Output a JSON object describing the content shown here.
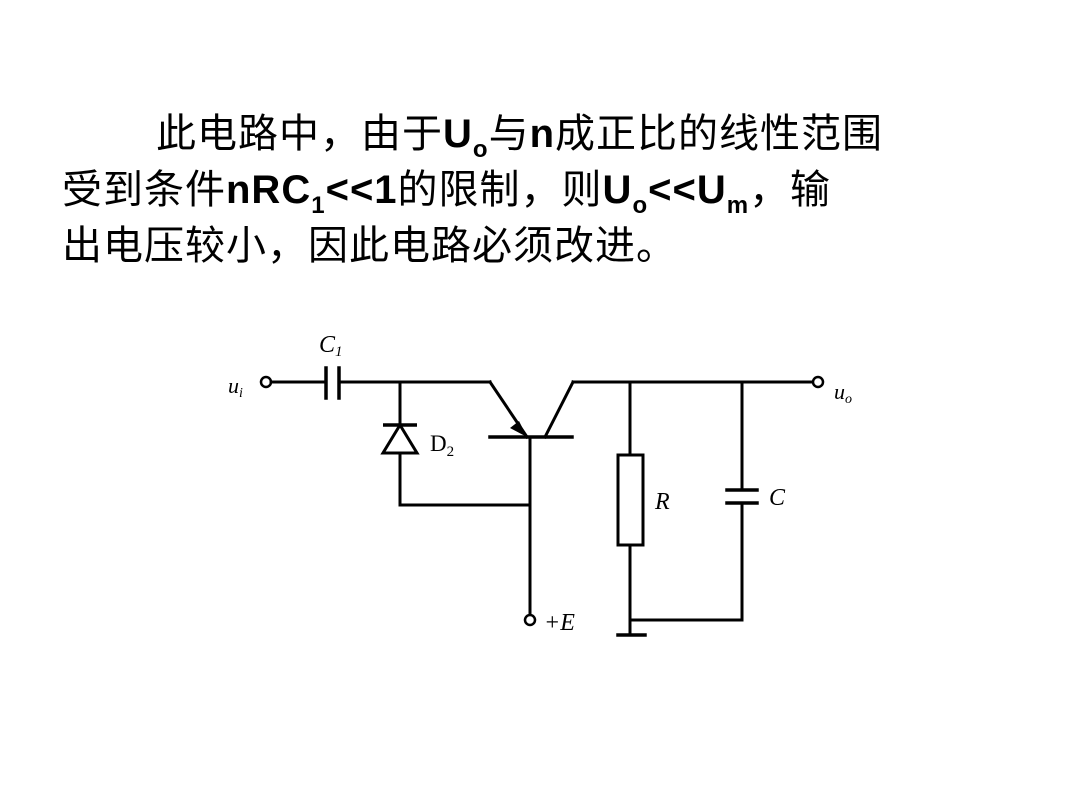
{
  "paragraph": {
    "line1": {
      "pre": "此电路中，由于",
      "u1": "U",
      "u1_sub": "o",
      "mid": "与",
      "n": "n",
      "post": "成正比的线性范围"
    },
    "line2": {
      "pre": "受到条件",
      "cond": "nRC",
      "cond_sub": "1",
      "cond2": "<<1",
      "mid": "的限制，则",
      "u2": "U",
      "u2_sub": "o",
      "lt": "<<",
      "u3": "U",
      "u3_sub": "m",
      "post": "，输"
    },
    "line3": {
      "text": "出电压较小，因此电路必须改进。"
    }
  },
  "circuit": {
    "labels": {
      "c1": "C",
      "c1_sub": "1",
      "ui": "u",
      "ui_sub": "i",
      "uo": "u",
      "uo_sub": "o",
      "d2": "D",
      "d2_sub": "2",
      "r": "R",
      "c": "C",
      "e": "+E"
    }
  }
}
